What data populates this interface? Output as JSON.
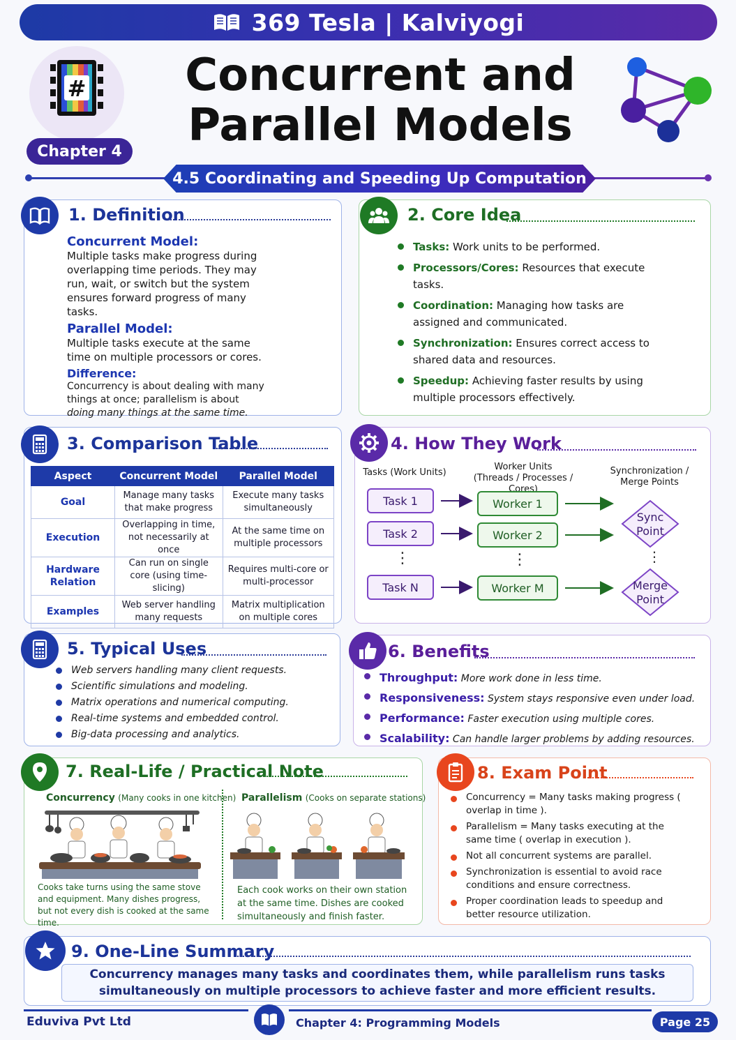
{
  "header": {
    "brand": "369 Tesla | Kalviyogi",
    "chapter": "Chapter 4",
    "title_line1": "Concurrent and",
    "title_line2": "Parallel Models",
    "subtitle": "4.5  Coordinating and Speeding Up Computation",
    "logo_symbol": "#"
  },
  "definition": {
    "num": "1.",
    "title": "Definition",
    "concurrent_h": "Concurrent Model:",
    "concurrent_text": "Multiple tasks make progress during overlapping time periods. They may run, wait, or switch but the system ensures forward progress of many tasks.",
    "parallel_h": "Parallel Model:",
    "parallel_text": "Multiple tasks execute at the same time on multiple processors or cores.",
    "difference_h": "Difference:",
    "difference_text1": "Concurrency is about dealing with many things at once; parallelism is about ",
    "difference_text2": "doing many things at the same time."
  },
  "core": {
    "num": "2.",
    "title": "Core Idea",
    "items": [
      {
        "term": "Tasks:",
        "text": "Work units to be performed."
      },
      {
        "term": "Processors/Cores:",
        "text": "Resources that execute tasks."
      },
      {
        "term": "Coordination:",
        "text": "Managing how tasks are assigned and communicated."
      },
      {
        "term": "Synchronization:",
        "text": "Ensures correct access to shared data and resources."
      },
      {
        "term": "Speedup:",
        "text": "Achieving faster results by using multiple processors effectively."
      }
    ]
  },
  "comparison": {
    "num": "3.",
    "title": "Comparison Table",
    "headers": [
      "Aspect",
      "Concurrent Model",
      "Parallel Model"
    ],
    "rows": [
      [
        "Goal",
        "Manage many tasks that make progress",
        "Execute many tasks simultaneously"
      ],
      [
        "Execution",
        "Overlapping in time, not necessarily at once",
        "At the same time on multiple processors"
      ],
      [
        "Hardware Relation",
        "Can run on single core (using time-slicing)",
        "Requires multi-core or multi-processor"
      ],
      [
        "Examples",
        "Web server handling many requests",
        "Matrix multiplication on multiple cores"
      ]
    ]
  },
  "how": {
    "num": "4.",
    "title": "How They Work",
    "col_tasks": "Tasks (Work Units)",
    "col_workers_1": "Worker Units",
    "col_workers_2": "(Threads / Processes / Cores)",
    "col_sync_1": "Synchronization /",
    "col_sync_2": "Merge Points",
    "tasks": [
      "Task 1",
      "Task 2",
      "Task N"
    ],
    "workers": [
      "Worker 1",
      "Worker 2",
      "Worker M"
    ],
    "sync_1": "Sync",
    "sync_2": "Point",
    "merge_1": "Merge",
    "merge_2": "Point",
    "ellipsis": "⋮"
  },
  "uses": {
    "num": "5.",
    "title": "Typical Uses",
    "items": [
      "Web servers handling many client requests.",
      "Scientific simulations and modeling.",
      "Matrix operations and numerical computing.",
      "Real-time systems and embedded control.",
      "Big-data processing and analytics."
    ]
  },
  "benefits": {
    "num": "6.",
    "title": "Benefits",
    "items": [
      {
        "term": "Throughput:",
        "text": "More work done in less time."
      },
      {
        "term": "Responsiveness:",
        "text": "System stays responsive even under load."
      },
      {
        "term": "Performance:",
        "text": "Faster execution using multiple cores."
      },
      {
        "term": "Scalability:",
        "text": "Can handle larger problems by adding resources."
      }
    ]
  },
  "practical": {
    "num": "7.",
    "title": "Real-Life / Practical Note",
    "conc_h": "Concurrency",
    "conc_sub": "(Many cooks in one kitchen)",
    "conc_text": "Cooks take turns using the same stove and equipment.  Many dishes progress, but not every dish is cooked at the same time.",
    "par_h": "Parallelism",
    "par_sub": "(Cooks on separate stations)",
    "par_text": "Each cook works on their own station at the same time.  Dishes are cooked simultaneously and finish faster."
  },
  "exam": {
    "num": "8.",
    "title": "Exam Point",
    "items": [
      "Concurrency = Many tasks making progress ( overlap in time ).",
      "Parallelism = Many tasks executing at the same time ( overlap in execution ).",
      "Not all concurrent systems are parallel.",
      "Synchronization is essential to avoid race conditions and ensure correctness.",
      "Proper coordination leads to speedup and better resource utilization."
    ]
  },
  "summary": {
    "num": "9.",
    "title": "One-Line Summary",
    "text": "Concurrency manages many tasks and coordinates them, while parallelism runs tasks simultaneously on multiple processors to achieve faster and more efficient results."
  },
  "footer": {
    "company": "Eduviva Pvt Ltd",
    "chapter": "Chapter 4: Programming Models",
    "page": "Page 25"
  },
  "colors": {
    "primary_blue": "#1e3aa8",
    "green": "#1f7a25",
    "purple": "#5a2aa8",
    "orange": "#e8461e"
  }
}
